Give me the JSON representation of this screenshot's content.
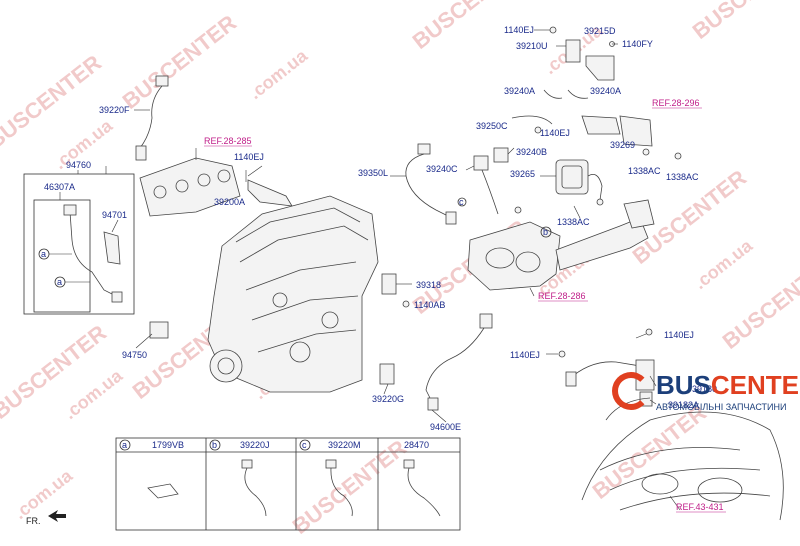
{
  "watermarks": {
    "brand": "BUSCENTER",
    "site": ".com.ua"
  },
  "logo": {
    "brand_a": "BUS",
    "brand_b": "CENTER",
    "tagline": "АВТОМОБІЛЬНІ ЗАПЧАСТИНИ",
    "brand_color": "#1c3f7a",
    "accent_color": "#e04020"
  },
  "part_labels": {
    "p39220F": "39220F",
    "p94760": "94760",
    "p46307A": "46307A",
    "p94701": "94701",
    "pa_left_top": "a",
    "pa_left_bot": "a",
    "ref28285": "REF.28-285",
    "p1140EJ_a": "1140EJ",
    "p39200A": "39200A",
    "p94750": "94750",
    "p39318": "39318",
    "p1140AB": "1140AB",
    "p39220G": "39220G",
    "p94600E": "94600E",
    "p1140EJ_top": "1140EJ",
    "p39215D": "39215D",
    "p39210U": "39210U",
    "p1140FY": "1140FY",
    "p39240A_l": "39240A",
    "p39240A_r": "39240A",
    "ref28296": "REF.28-296",
    "p39250C": "39250C",
    "p1140EJ_b": "1140EJ",
    "p39269": "39269",
    "p39350L": "39350L",
    "p39240C": "39240C",
    "p39240B": "39240B",
    "p39265": "39265",
    "p1338AC_a": "1338AC",
    "p1338AC_b": "1338AC",
    "p1338AC_c": "1338AC",
    "pc": "c",
    "pb": "b",
    "ref28286": "REF.28-286",
    "p1140EJ_c": "1140EJ",
    "p1140EJ_d": "1140EJ",
    "p39180": "39180",
    "p39182A": "39182A",
    "ref43431": "REF.43-431",
    "fr": "FR."
  },
  "legend_table": {
    "cells": [
      {
        "key": "a",
        "part": "1799VB"
      },
      {
        "key": "b",
        "part": "39220J"
      },
      {
        "key": "c",
        "part": "39220M"
      },
      {
        "key": "",
        "part": "28470"
      }
    ]
  }
}
